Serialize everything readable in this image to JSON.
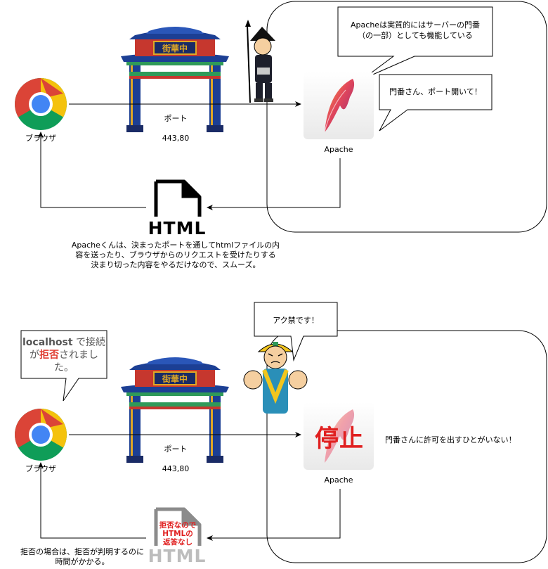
{
  "top": {
    "browser_label": "ブラウザ",
    "port_label": "ポート",
    "port_numbers": "443,80",
    "apache_label": "Apache",
    "bubble_apache_line1": "Apacheは実質的にはサーバーの門番",
    "bubble_apache_line2": "（の一部）としても機能している",
    "bubble_open": "門番さん、ポート開いて！",
    "html_file_text": "HTML",
    "caption_lines": [
      "Apacheくんは、決まったポートを通してhtmlファイルの内",
      "容を送ったり、ブラウザからのリクエストを受けたりする",
      "決まり切った内容をやるだけなので、スムーズ。"
    ]
  },
  "bottom": {
    "browser_label": "ブラウザ",
    "port_label": "ポート",
    "port_numbers": "443,80",
    "apache_label": "Apache",
    "bubble_ban": "アク禁です！",
    "bubble_refused_host": "localhost",
    "bubble_refused_part1": " で接続",
    "bubble_refused_part2": "が",
    "bubble_refused_red": "拒否",
    "bubble_refused_part3": "されまし",
    "bubble_refused_part4": "た。",
    "stop_text": "停止",
    "no_permission_text": "門番さんに許可を出すひとがいない！",
    "html_file_text": "HTML",
    "deny_lines": [
      "拒否なので",
      "HTMLの",
      "返答なし"
    ],
    "caption_lines": [
      "拒否の場合は、拒否が判明するのに",
      "時間がかかる。"
    ]
  },
  "colors": {
    "chrome_red": "#db4437",
    "chrome_yellow": "#f4c20d",
    "chrome_green": "#0f9d58",
    "chrome_blue": "#4285f4",
    "gate_blue": "#1c3f94",
    "gate_gold": "#d9a521",
    "gate_green": "#2f9a59",
    "stop_red": "#e02020"
  },
  "icons": [
    "chrome-icon",
    "chinatown-gate-icon",
    "guard-icon",
    "apache-feather-icon",
    "html-file-icon",
    "worker-stop-icon"
  ]
}
